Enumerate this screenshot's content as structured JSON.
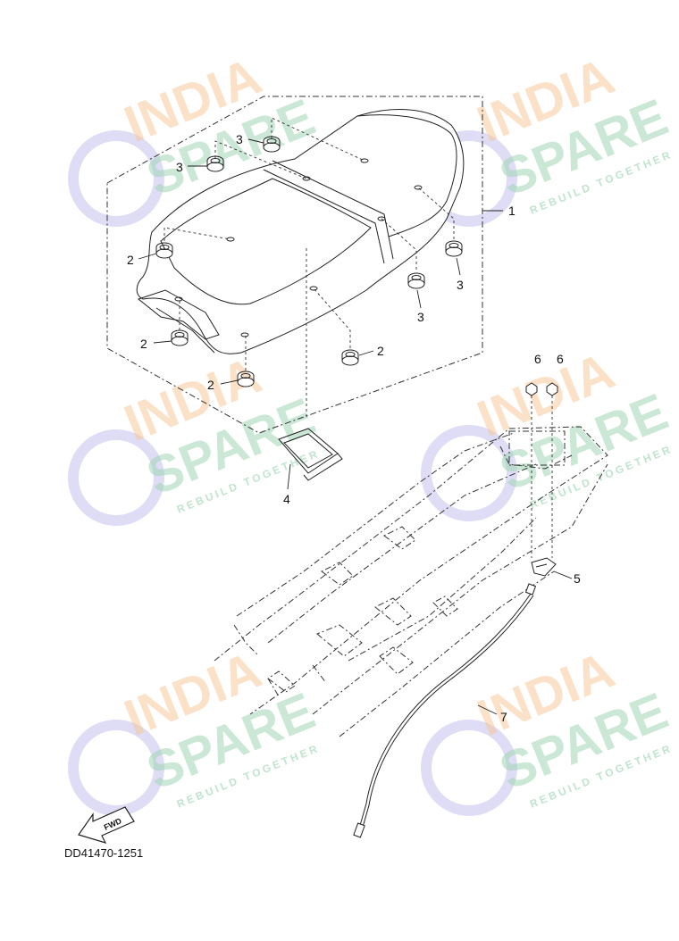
{
  "watermark": {
    "brand_top": "INDIA",
    "brand_bottom": "SPARE",
    "tagline": "REBUILD TOGETHER"
  },
  "callouts": {
    "c1": "1",
    "c2a": "2",
    "c2b": "2",
    "c2c": "2",
    "c2d": "2",
    "c3a": "3",
    "c3b": "3",
    "c3c": "3",
    "c3d": "3",
    "c4": "4",
    "c5": "5",
    "c6a": "6",
    "c6b": "6",
    "c7": "7"
  },
  "fwd_arrow_label": "FWD",
  "diagram_code": "DD41470-1251",
  "icons": {
    "watermark": "wrench-circle-icon",
    "direction": "fwd-arrow-icon"
  }
}
